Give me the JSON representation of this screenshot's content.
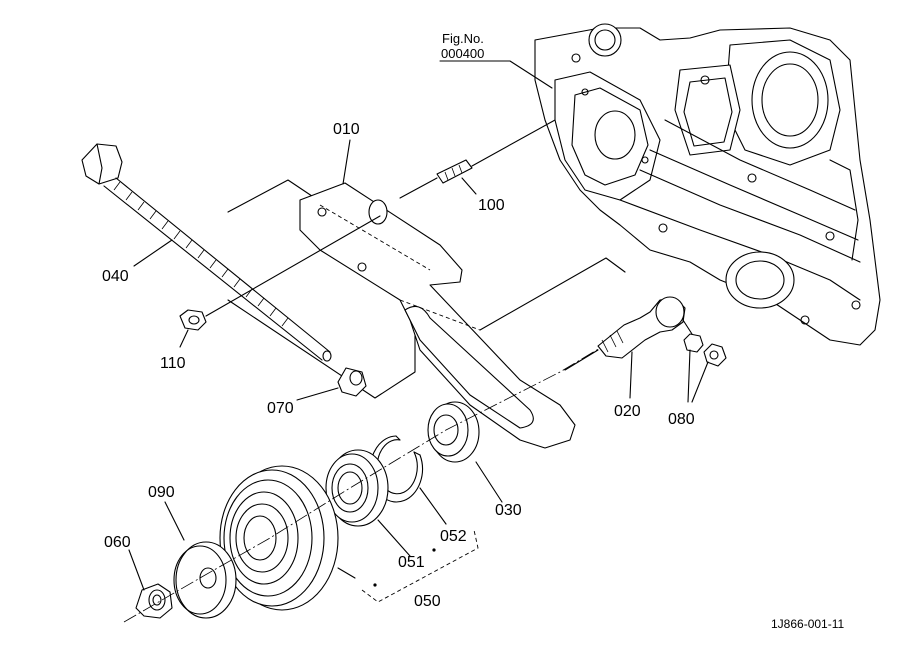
{
  "figure_ref": {
    "label": "Fig.No.",
    "number": "000400"
  },
  "parts": [
    {
      "id": "010"
    },
    {
      "id": "020"
    },
    {
      "id": "030"
    },
    {
      "id": "040"
    },
    {
      "id": "050"
    },
    {
      "id": "051"
    },
    {
      "id": "052"
    },
    {
      "id": "060"
    },
    {
      "id": "070"
    },
    {
      "id": "080"
    },
    {
      "id": "090"
    },
    {
      "id": "100"
    },
    {
      "id": "110"
    }
  ],
  "drawing_code": "1J866-001-11"
}
